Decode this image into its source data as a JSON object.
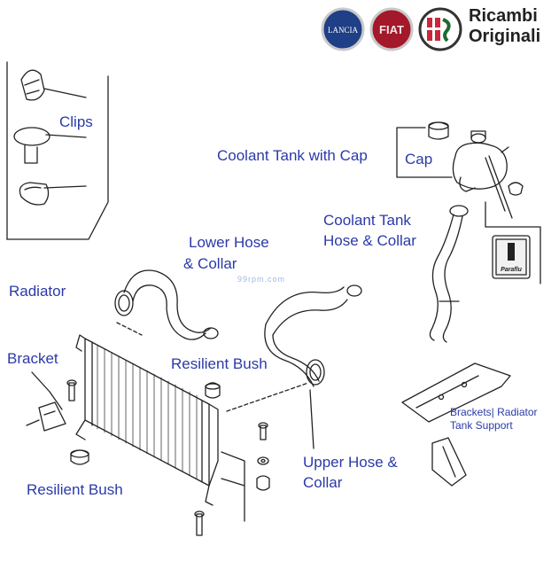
{
  "brand": {
    "line1": "Ricambi",
    "line2": "Originali",
    "logos": [
      "lancia-logo",
      "fiat-logo",
      "alfa-romeo-logo"
    ]
  },
  "watermark": "99rpm.com",
  "labels": {
    "clips": "Clips",
    "coolant_tank_with_cap": "Coolant Tank with Cap",
    "cap": "Cap",
    "coolant_tank_hose_1": "Coolant Tank",
    "coolant_tank_hose_2": "Hose & Collar",
    "lower_hose_1": "Lower Hose",
    "lower_hose_2": "& Collar",
    "radiator": "Radiator",
    "bracket": "Bracket",
    "resilient_bush_top": "Resilient Bush",
    "resilient_bush_bottom": "Resilient Bush",
    "upper_hose_1": "Upper Hose &",
    "upper_hose_2": "Collar",
    "brackets_support_1": "Brackets| Radiator",
    "brackets_support_2": "Tank Support"
  },
  "colors": {
    "label": "#2a3aa8",
    "line": "#222222",
    "lancia": "#1f3f86",
    "fiat": "#a3182a",
    "alfa": "#b8262b"
  }
}
